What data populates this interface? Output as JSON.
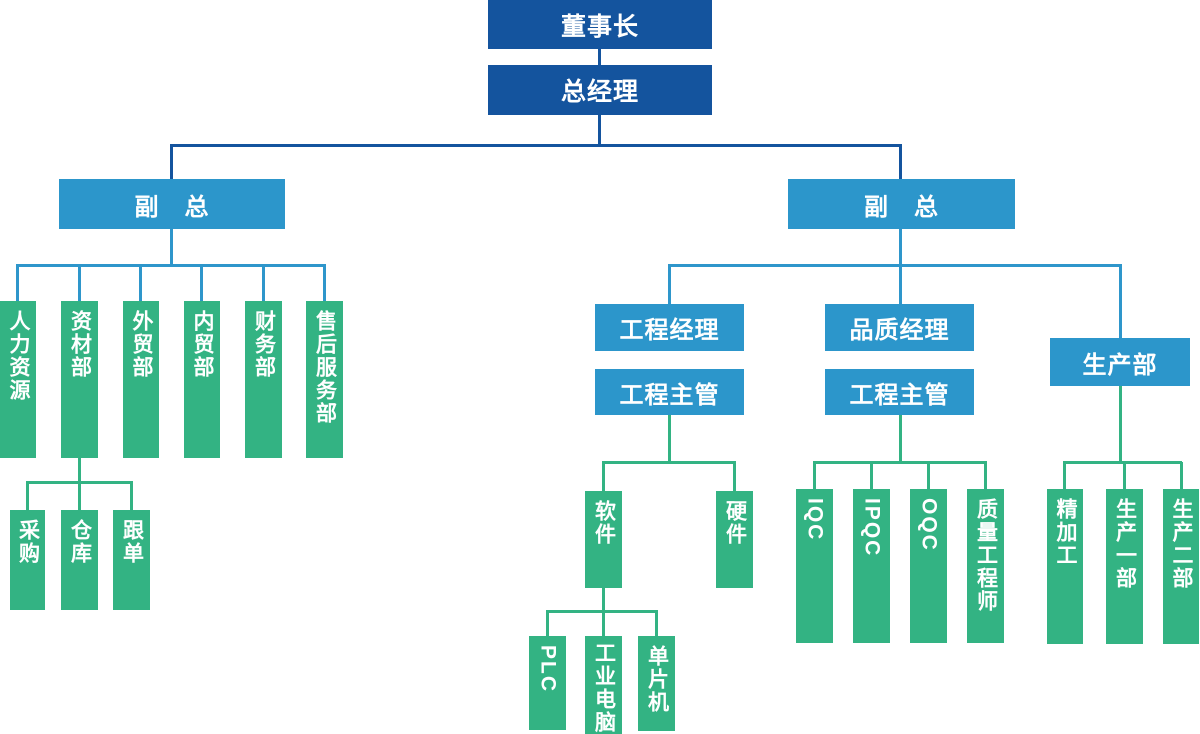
{
  "colors": {
    "dark_blue": "#14549E",
    "light_blue": "#2C96CB",
    "green": "#33B383",
    "connector_dark": "#14549E",
    "connector_light": "#2E96CB",
    "connector_green": "#33B383",
    "text": "#FFFFFF",
    "background": "#FFFFFF"
  },
  "nodes": {
    "chairman": "董事长",
    "general_manager": "总经理",
    "vp_left": "副　总",
    "vp_right": "副　总",
    "hr": "人力资源",
    "materials": "资材部",
    "foreign_trade": "外贸部",
    "domestic_trade": "内贸部",
    "finance": "财务部",
    "after_sales": "售后服务部",
    "procurement": "采购",
    "warehouse": "仓库",
    "order_follow": "跟单",
    "eng_manager": "工程经理",
    "eng_supervisor": "工程主管",
    "quality_manager": "品质经理",
    "production": "生产部",
    "software": "软件",
    "hardware": "硬件",
    "plc": "PLC",
    "industrial_computer": "工业电脑",
    "mcu": "单片机",
    "iqc": "IQC",
    "ipqc": "IPQC",
    "oqc": "OQC",
    "quality_engineer": "质量工程师",
    "precision_machining": "精加工",
    "production_dept1": "生产一部",
    "production_dept2": "生产二部"
  },
  "hierarchy": {
    "label": "董事长",
    "children": [
      {
        "label": "总经理",
        "children": [
          {
            "label": "副总",
            "children": [
              {
                "label": "人力资源"
              },
              {
                "label": "资材部",
                "children": [
                  {
                    "label": "采购"
                  },
                  {
                    "label": "仓库"
                  },
                  {
                    "label": "跟单"
                  }
                ]
              },
              {
                "label": "外贸部"
              },
              {
                "label": "内贸部"
              },
              {
                "label": "财务部"
              },
              {
                "label": "售后服务部"
              }
            ]
          },
          {
            "label": "副总",
            "children": [
              {
                "label": "工程经理",
                "children": [
                  {
                    "label": "工程主管",
                    "children": [
                      {
                        "label": "软件",
                        "children": [
                          {
                            "label": "PLC"
                          },
                          {
                            "label": "工业电脑"
                          },
                          {
                            "label": "单片机"
                          }
                        ]
                      },
                      {
                        "label": "硬件"
                      }
                    ]
                  }
                ]
              },
              {
                "label": "品质经理",
                "children": [
                  {
                    "label": "工程主管",
                    "children": [
                      {
                        "label": "IQC"
                      },
                      {
                        "label": "IPQC"
                      },
                      {
                        "label": "OQC"
                      },
                      {
                        "label": "质量工程师"
                      }
                    ]
                  }
                ]
              },
              {
                "label": "生产部",
                "children": [
                  {
                    "label": "精加工"
                  },
                  {
                    "label": "生产一部"
                  },
                  {
                    "label": "生产二部"
                  }
                ]
              }
            ]
          }
        ]
      }
    ]
  }
}
